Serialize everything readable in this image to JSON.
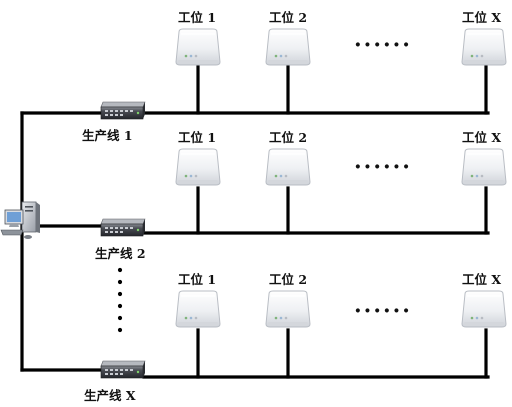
{
  "topology": {
    "workstation_labels": [
      "工位 1",
      "工位 2",
      "工位 X"
    ],
    "line_labels": [
      "生产线 1",
      "生产线 2",
      "生产线 X"
    ],
    "ellipsis_glyph": "······",
    "colors": {
      "wire": "#000000",
      "device_body": "#f2f3f5",
      "device_shadow": "#c9ccd2",
      "switch_body": "#3d3f45",
      "led": "#7fb37a"
    },
    "icons": {
      "workstation": "wireless-access-point-icon",
      "line_switch": "network-switch-icon",
      "host": "desktop-computer-icon"
    }
  }
}
